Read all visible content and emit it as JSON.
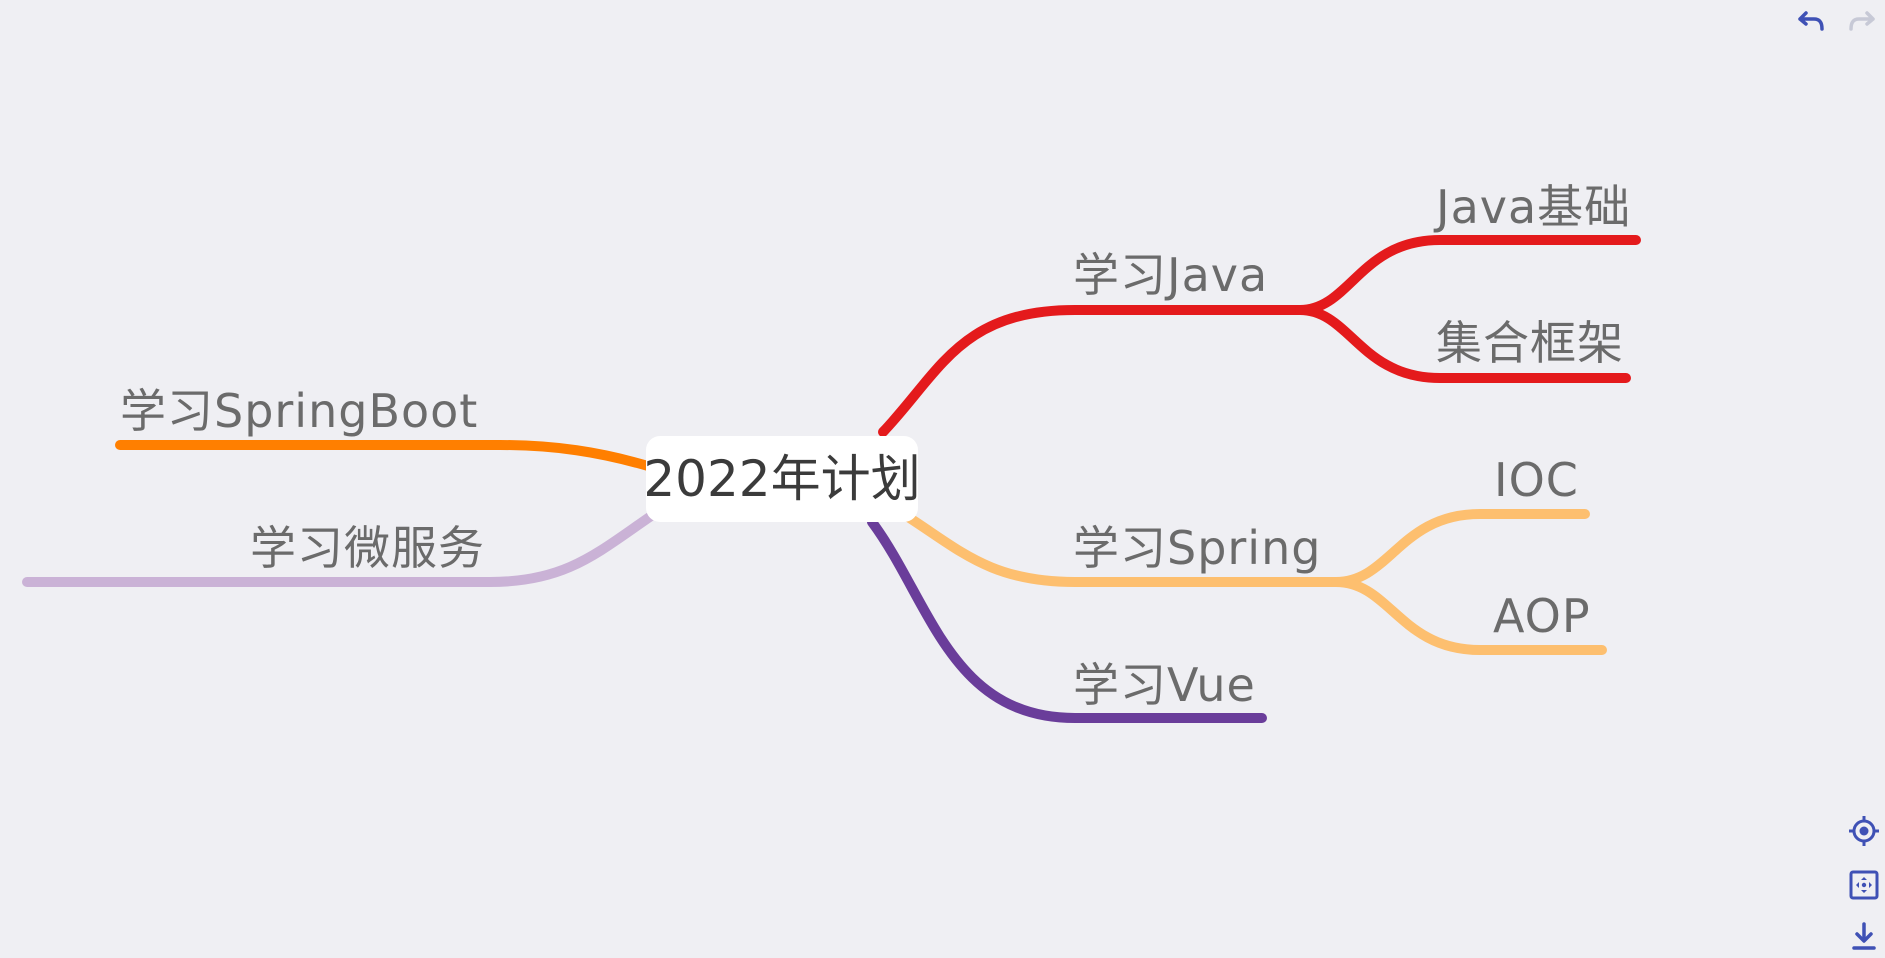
{
  "colors": {
    "background": "#efeff3",
    "toolbar_icon": "#3f51b5",
    "toolbar_icon_disabled": "#c7c9d6",
    "text": "#6b6b6b",
    "root_text": "#3b3b3b"
  },
  "mindmap": {
    "root": {
      "label": "2022年计划"
    },
    "branches": [
      {
        "id": "java",
        "label": "学习Java",
        "side": "right",
        "color": "#e41a1c",
        "children": [
          {
            "id": "java-basics",
            "label": "Java基础"
          },
          {
            "id": "collections",
            "label": "集合框架"
          }
        ]
      },
      {
        "id": "spring",
        "label": "学习Spring",
        "side": "right",
        "color": "#fdbf6f",
        "children": [
          {
            "id": "ioc",
            "label": "IOC"
          },
          {
            "id": "aop",
            "label": "AOP"
          }
        ]
      },
      {
        "id": "vue",
        "label": "学习Vue",
        "side": "right",
        "color": "#6a3d9a",
        "children": []
      },
      {
        "id": "springboot",
        "label": "学习SpringBoot",
        "side": "left",
        "color": "#ff7f00",
        "children": []
      },
      {
        "id": "microservices",
        "label": "学习微服务",
        "side": "left",
        "color": "#cab2d6",
        "children": []
      }
    ]
  },
  "toolbar": {
    "undo_icon": "undo-icon",
    "redo_icon": "redo-icon",
    "center_icon": "target-center-icon",
    "fit_icon": "fit-view-icon",
    "download_icon": "download-icon"
  }
}
